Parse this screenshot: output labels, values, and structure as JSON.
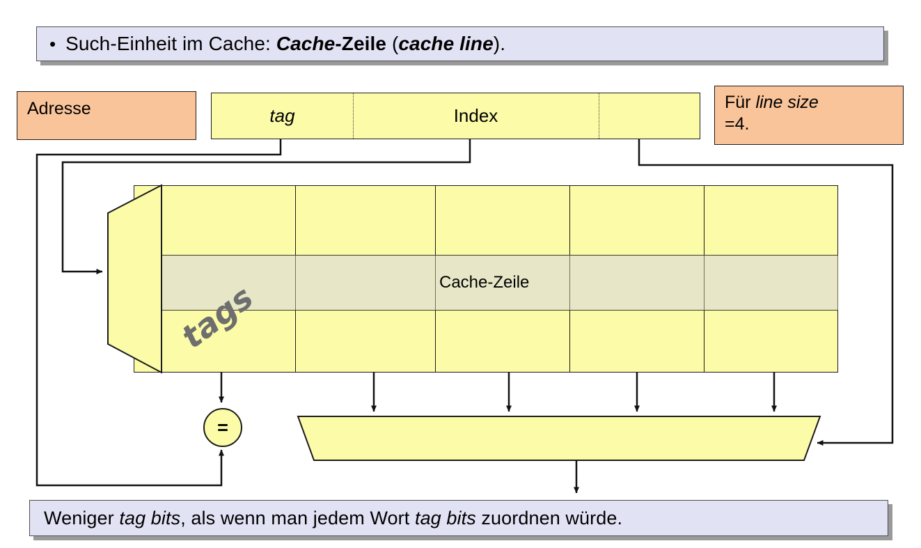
{
  "slide": {
    "banner": {
      "bullet": "•",
      "text_plain": "Such-Einheit im Cache: Cache-Zeile (cache line).",
      "part1": "Such-Einheit im Cache: ",
      "part2_bold_italic": "Cache",
      "part3_bold": "-Zeile",
      "part4": " (",
      "part5_bold_italic": "cache line",
      "part6": ")."
    },
    "address_label": "Adresse",
    "address_fields": {
      "tag": "tag",
      "index": "Index",
      "offset": ""
    },
    "note": {
      "line1_prefix": "Für ",
      "line1_italic": "line size",
      "line2": "=4."
    },
    "cache": {
      "tags_label": "tags",
      "cache_line_label": "Cache-Zeile",
      "columns": 5,
      "rows": 3,
      "highlight_row_index": 1
    },
    "comparator_symbol": "=",
    "footer": {
      "text_plain": "Weniger tag bits, als wenn man jedem Wort tag bits zuordnen würde.",
      "part1": "Weniger ",
      "part2_italic": "tag bits",
      "part3": ", als wenn man jedem Wort ",
      "part4_italic": "tag bits",
      "part5": " zuordnen würde."
    }
  },
  "colors": {
    "banner_bg": "#E2E2F5",
    "banner_shadow": "#9A9A9A",
    "orange_bg": "#FAC49A",
    "yellow_bg": "#FBFBA8",
    "highlight_bg": "#E7E7C8",
    "stroke": "#1A1A1A",
    "tags_text": "#6E6E6E"
  }
}
